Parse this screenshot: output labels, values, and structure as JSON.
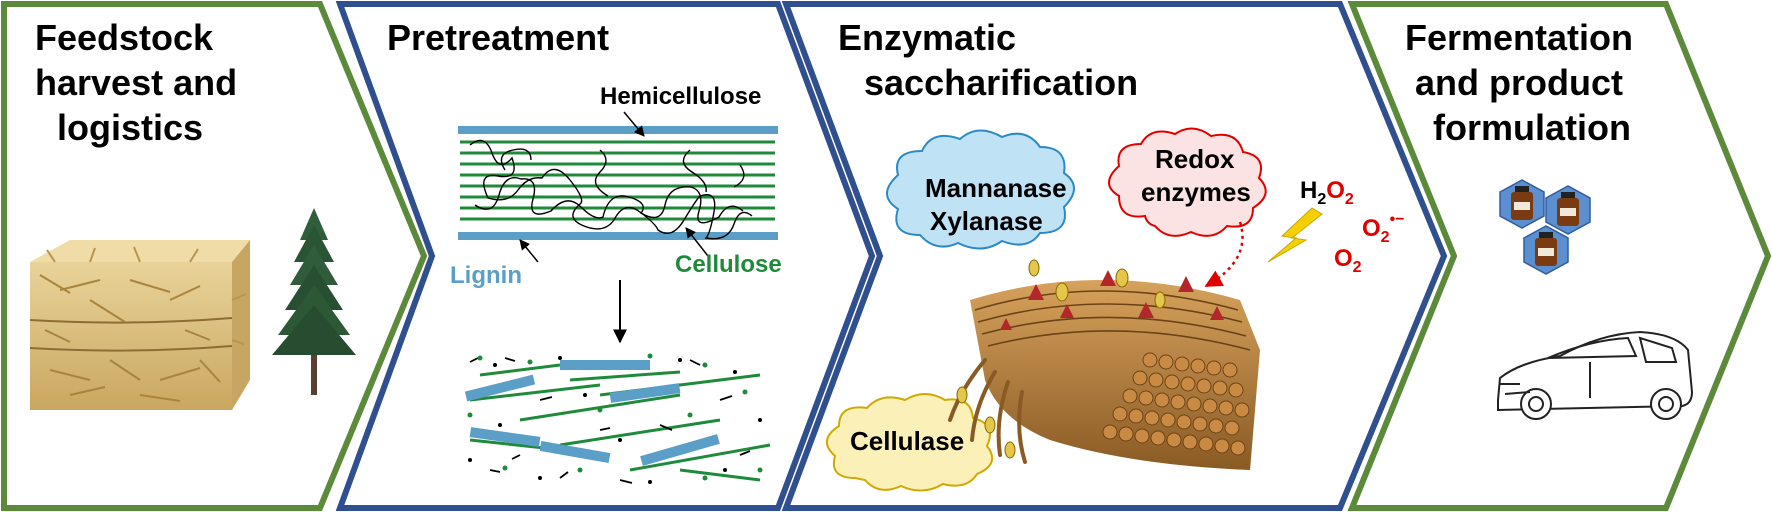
{
  "colors": {
    "green_border": "#5b8a3a",
    "blue_border": "#2f4f8f",
    "lignin": "#5b9fc9",
    "cellulose": "#1f8a3a",
    "red": "#e00000",
    "cloud_blue": "#bfe3f5",
    "cloud_pink": "#fbe3e3",
    "cloud_yellow": "#fbf0b8"
  },
  "stages": [
    {
      "title_lines": [
        "Feedstock",
        "harvest and",
        "logistics"
      ],
      "icons": [
        "hay-bale-icon",
        "conifer-tree-icon"
      ]
    },
    {
      "title_lines": [
        "Pretreatment"
      ],
      "labels": {
        "hemicellulose": "Hemicellulose",
        "lignin": "Lignin",
        "cellulose": "Cellulose"
      }
    },
    {
      "title_lines": [
        "Enzymatic",
        "saccharification"
      ],
      "clouds": {
        "mannanase_xylanase": [
          "Mannanase",
          "Xylanase"
        ],
        "redox": [
          "Redox",
          "enzymes"
        ],
        "cellulase": [
          "Cellulase"
        ]
      },
      "chem": {
        "h2o2": {
          "main": "H",
          "sub1": "2",
          "mid": "O",
          "sub2": "2"
        },
        "superoxide": {
          "main": "O",
          "sub": "2",
          "sup": "•−"
        },
        "o2": {
          "main": "O",
          "sub": "2"
        }
      }
    },
    {
      "title_lines": [
        "Fermentation",
        "and product",
        "formulation"
      ],
      "icons": [
        "chemical-bottles-icon",
        "car-icon"
      ]
    }
  ]
}
